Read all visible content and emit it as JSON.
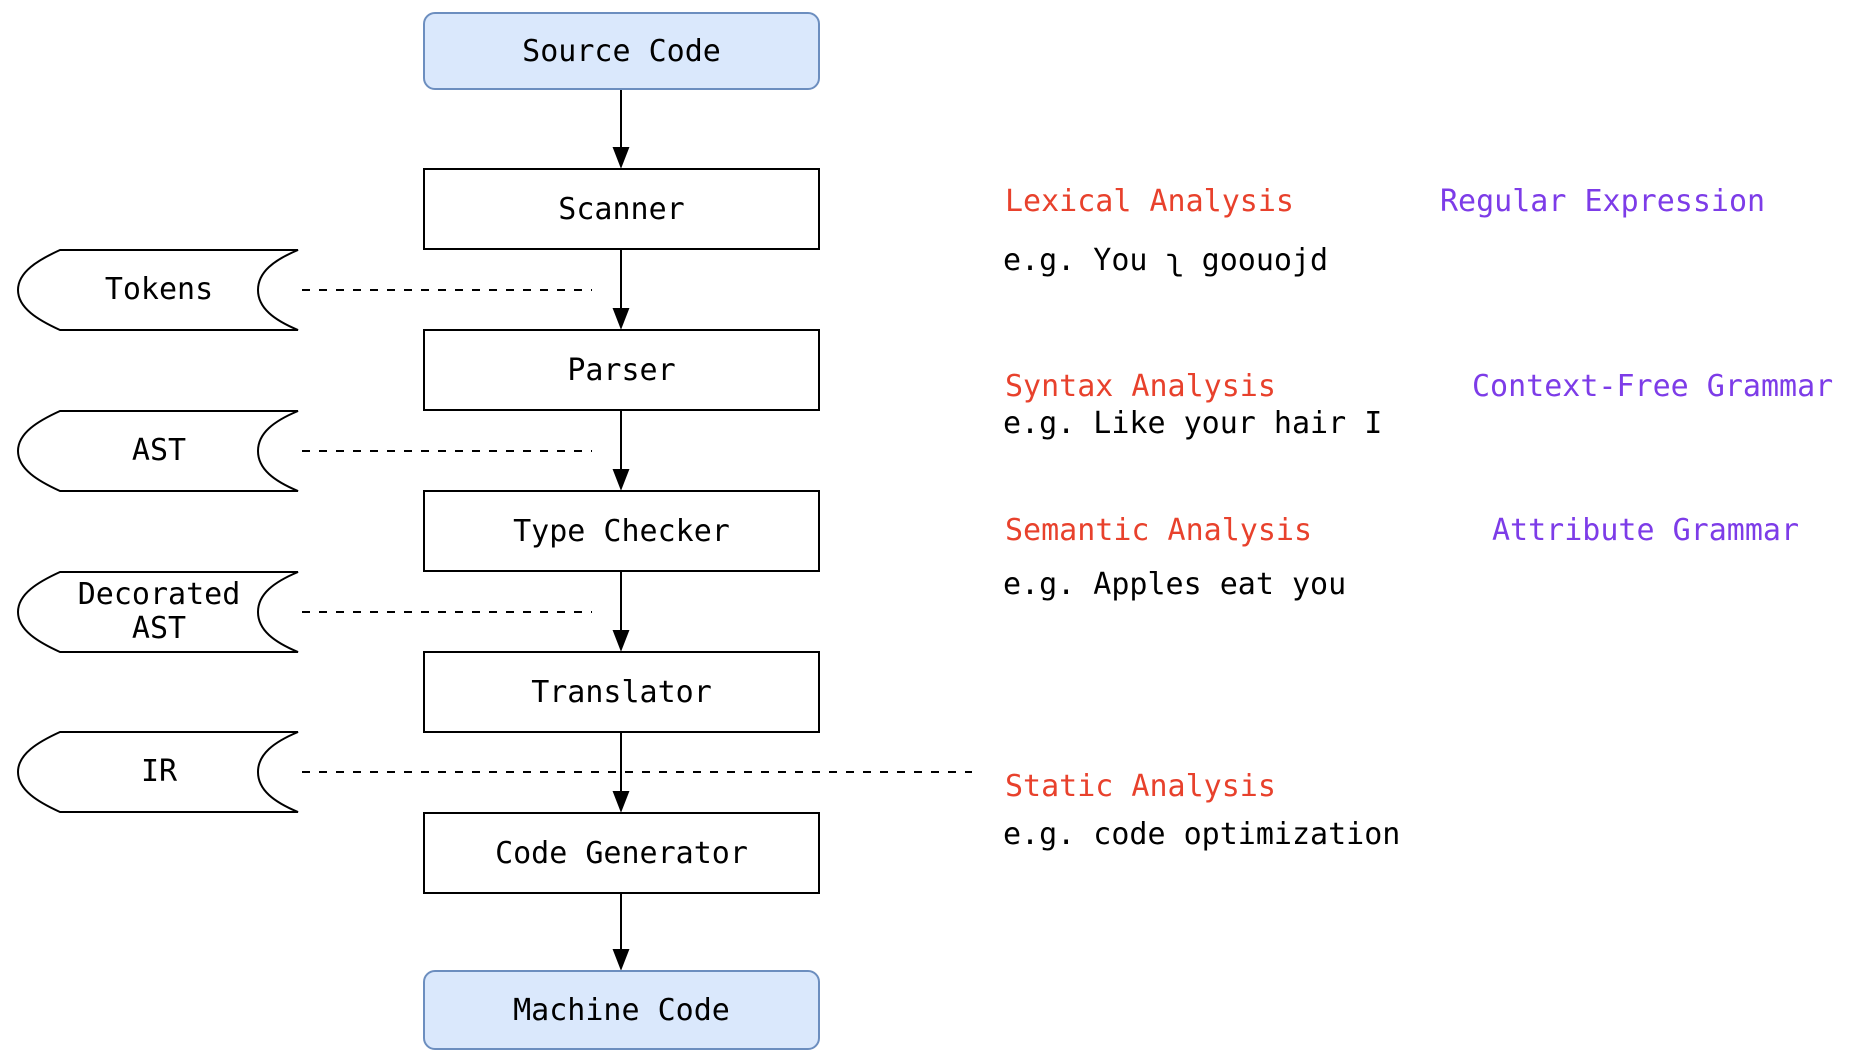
{
  "pipeline": {
    "stages": [
      {
        "label": "Source Code",
        "kind": "terminal"
      },
      {
        "label": "Scanner",
        "kind": "process"
      },
      {
        "label": "Parser",
        "kind": "process"
      },
      {
        "label": "Type Checker",
        "kind": "process"
      },
      {
        "label": "Translator",
        "kind": "process"
      },
      {
        "label": "Code Generator",
        "kind": "process"
      },
      {
        "label": "Machine Code",
        "kind": "terminal"
      }
    ]
  },
  "artifacts": [
    {
      "label": "Tokens"
    },
    {
      "label": "AST"
    },
    {
      "label": "Decorated AST"
    },
    {
      "label": "IR"
    }
  ],
  "annotations": [
    {
      "phase": "Lexical Analysis",
      "formalism": "Regular Expression",
      "example": "e.g. You ʅ goouojd"
    },
    {
      "phase": "Syntax Analysis",
      "formalism": "Context-Free Grammar",
      "example": "e.g. Like your hair I"
    },
    {
      "phase": "Semantic Analysis",
      "formalism": "Attribute Grammar",
      "example": "e.g. Apples eat you"
    },
    {
      "phase": "Static Analysis",
      "formalism": "",
      "example": "e.g. code optimization"
    }
  ],
  "colors": {
    "phase_red": "#e8412c",
    "formalism_purple": "#7d3ce8",
    "terminal_fill": "#dae8fc",
    "terminal_stroke": "#6c8ebf",
    "line_black": "#000000"
  }
}
